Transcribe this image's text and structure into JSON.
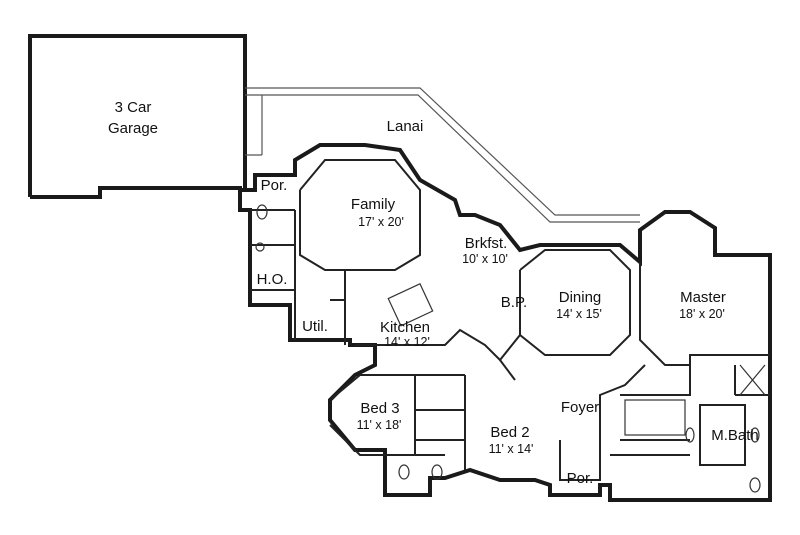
{
  "rooms": {
    "garage": {
      "name_line1": "3 Car",
      "name_line2": "Garage"
    },
    "lanai": {
      "name": "Lanai"
    },
    "porch_rear": {
      "name": "Por."
    },
    "family": {
      "name": "Family",
      "size": "17' x 20'"
    },
    "brkfst": {
      "name": "Brkfst.",
      "size": "10' x 10'"
    },
    "ho": {
      "name": "H.O."
    },
    "util": {
      "name": "Util."
    },
    "kitchen": {
      "name": "Kitchen",
      "size": "14' x 12'"
    },
    "bp": {
      "name": "B.P."
    },
    "dining": {
      "name": "Dining",
      "size": "14' x 15'"
    },
    "master": {
      "name": "Master",
      "size": "18' x 20'"
    },
    "bed3": {
      "name": "Bed 3",
      "size": "11' x 18'"
    },
    "bed2": {
      "name": "Bed 2",
      "size": "11' x 14'"
    },
    "foyer": {
      "name": "Foyer"
    },
    "porch_front": {
      "name": "Por."
    },
    "mbath": {
      "name": "M.Bath"
    }
  }
}
